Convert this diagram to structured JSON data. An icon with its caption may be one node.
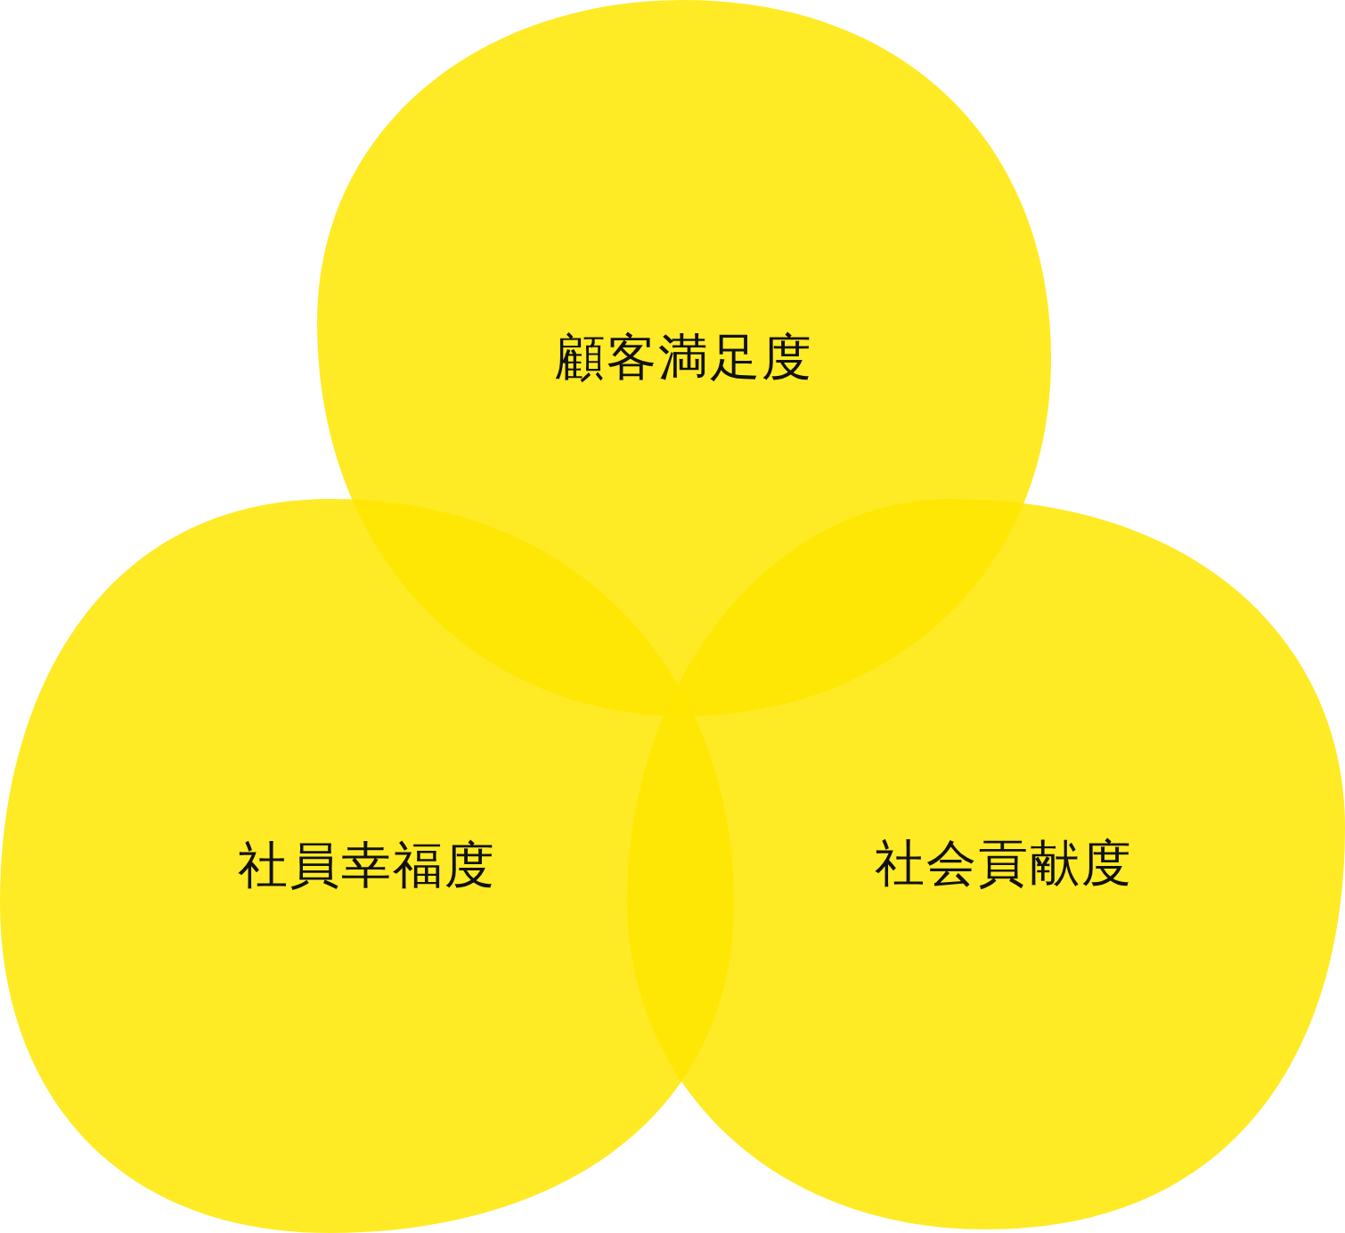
{
  "diagram": {
    "nodes": [
      {
        "text": [
          "顧客満足度"
        ]
      },
      {
        "text": [
          "社員幸福度"
        ]
      },
      {
        "text": [
          "社会貢献度"
        ]
      }
    ],
    "edges": []
  }
}
